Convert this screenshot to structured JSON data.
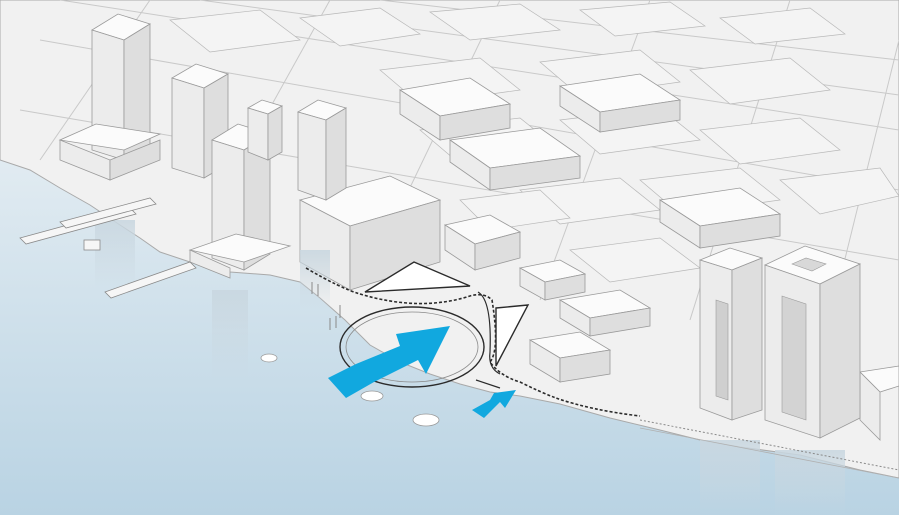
{
  "colors": {
    "water_top": "#f3f6f8",
    "water_bottom": "#b9d3e3",
    "land": "#f1f1f1",
    "arrow": "#11a8df",
    "outline": "#2b2b2b"
  },
  "icons": [
    "primary-flow-arrow",
    "secondary-flow-arrow",
    "inlet-loop",
    "triangular-plaza"
  ]
}
